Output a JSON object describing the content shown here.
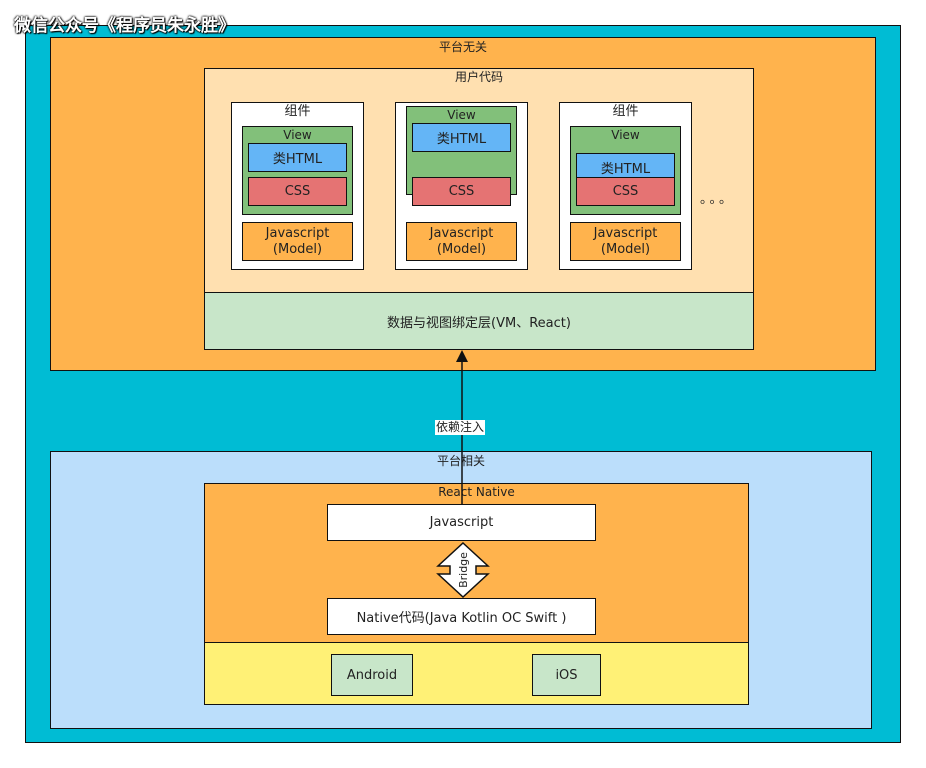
{
  "watermark": "微信公众号《程序员朱永胜》",
  "platform_independent": {
    "title": "平台无关",
    "user_code": {
      "title": "用户代码",
      "components": [
        {
          "title": "组件",
          "view": "View",
          "html": "类HTML",
          "css": "CSS",
          "js_line1": "Javascript",
          "js_line2": "(Model)"
        },
        {
          "title": "",
          "view": "View",
          "html": "类HTML",
          "css": "CSS",
          "js_line1": "Javascript",
          "js_line2": "(Model)"
        },
        {
          "title": "组件",
          "view": "View",
          "html": "类HTML",
          "css": "CSS",
          "js_line1": "Javascript",
          "js_line2": "(Model)"
        }
      ],
      "more": "。。。"
    },
    "binding_layer": "数据与视图绑定层(VM、React)"
  },
  "dependency_injection": "依赖注入",
  "platform_dependent": {
    "title": "平台相关",
    "react_native": {
      "title": "React Native",
      "javascript": "Javascript",
      "bridge": "Bridge",
      "native": "Native代码(Java Kotlin OC Swift )"
    },
    "platforms": [
      "Android",
      "iOS"
    ]
  }
}
